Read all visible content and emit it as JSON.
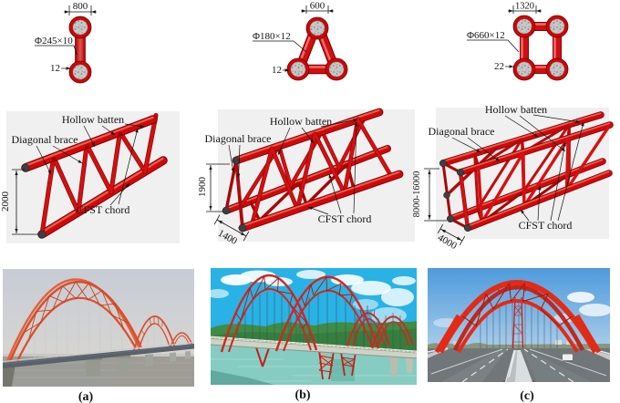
{
  "figure": {
    "panels": [
      {
        "caption": "(a)",
        "cross_section": {
          "top_width": "800",
          "tube_spec": "Φ245×10",
          "wall_thickness": "12"
        },
        "truss": {
          "hollow_batten_label": "Hollow batten",
          "diagonal_brace_label": "Diagonal brace",
          "cfst_chord_label": "CFST chord",
          "depth_dim": "2000"
        }
      },
      {
        "caption": "(b)",
        "cross_section": {
          "top_width": "600",
          "tube_spec": "Φ180×12",
          "wall_thickness": "12"
        },
        "truss": {
          "hollow_batten_label": "Hollow batten",
          "diagonal_brace_label": "Diagonal brace",
          "cfst_chord_label": "CFST chord",
          "depth_dim": "1900",
          "width_dim": "1400"
        }
      },
      {
        "caption": "(c)",
        "cross_section": {
          "top_width": "1320",
          "tube_spec": "Φ660×12",
          "wall_thickness": "22"
        },
        "truss": {
          "hollow_batten_label": "Hollow batten",
          "diagonal_brace_label": "Diagonal brace",
          "cfst_chord_label": "CFST chord",
          "depth_dim": "8000-16000",
          "width_dim": "4000"
        }
      }
    ],
    "colors": {
      "member_red": "#d4100f",
      "steel_ring_red": "#ce0607",
      "panel_background": "#f1f0f1",
      "text": "#141414"
    }
  }
}
